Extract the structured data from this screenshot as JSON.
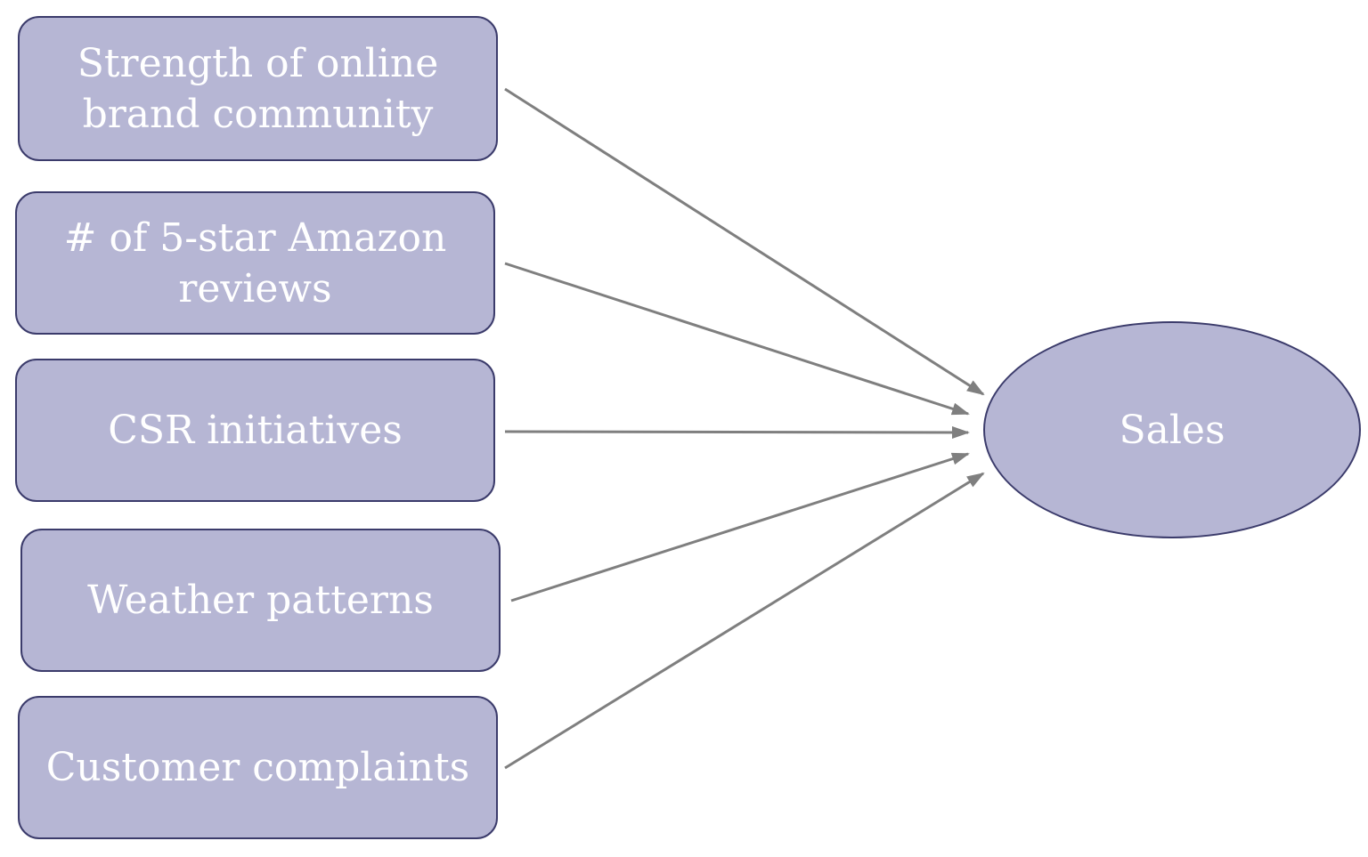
{
  "diagram": {
    "type": "causal-model",
    "inputs": [
      {
        "label": "Strength of online\nbrand community"
      },
      {
        "label": "# of 5-star Amazon\nreviews"
      },
      {
        "label": "CSR initiatives"
      },
      {
        "label": "Weather patterns"
      },
      {
        "label": "Customer complaints"
      }
    ],
    "outcome": {
      "label": "Sales"
    },
    "edges": [
      {
        "from": 0,
        "to": "outcome"
      },
      {
        "from": 1,
        "to": "outcome"
      },
      {
        "from": 2,
        "to": "outcome"
      },
      {
        "from": 3,
        "to": "outcome"
      },
      {
        "from": 4,
        "to": "outcome"
      }
    ],
    "colors": {
      "node_fill": "#b6b6d4",
      "node_border": "#3b3b6b",
      "node_text": "#ffffff",
      "arrow": "#7f7f7f"
    }
  }
}
